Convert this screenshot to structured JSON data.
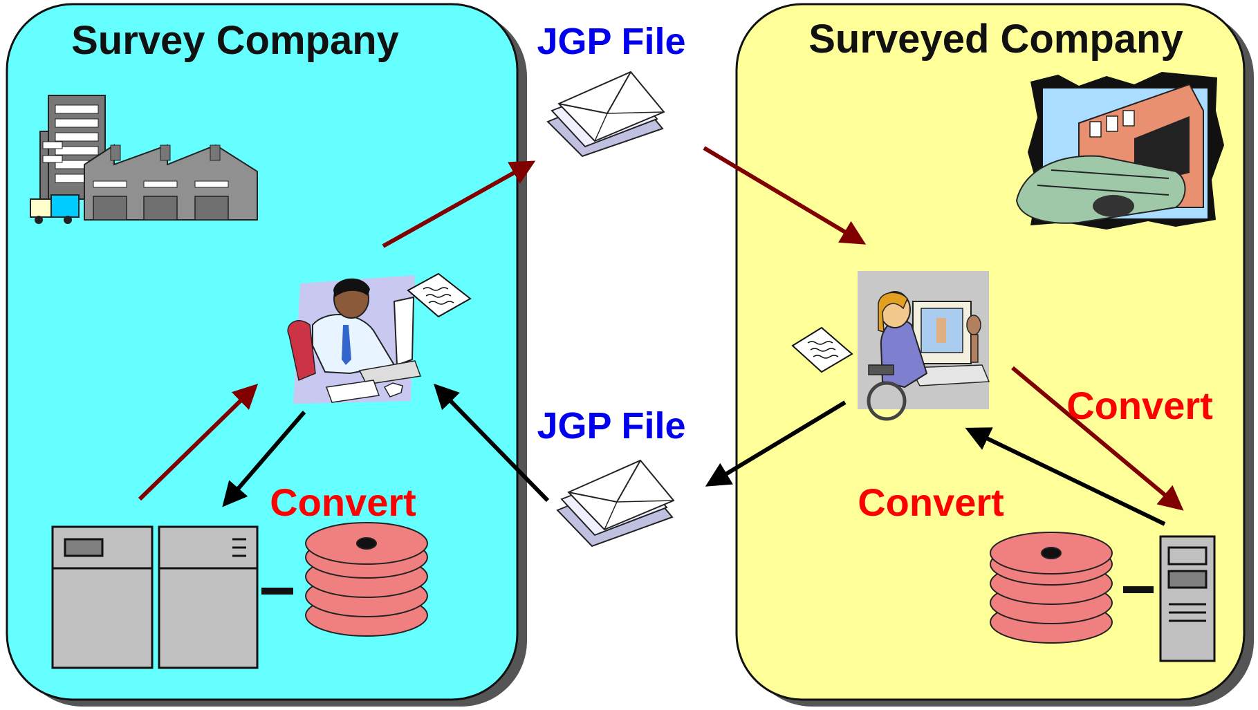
{
  "left_panel": {
    "title": "Survey Company",
    "fill_color": "#66ffff",
    "convert_label": "Convert"
  },
  "right_panel": {
    "title": "Surveyed Company",
    "fill_color": "#ffff99",
    "convert_label_upper": "Convert",
    "convert_label_lower": "Convert"
  },
  "center": {
    "jgp_top_label": "JGP File",
    "jgp_bottom_label": "JGP File"
  },
  "colors": {
    "title_text": "#111111",
    "jgp_text": "#0000ee",
    "convert_text": "#ff0000",
    "arrow_outbound": "#800000",
    "arrow_return": "#000000",
    "disk": "#f08080",
    "hardware_gray": "#c0c0c0"
  },
  "icons": [
    "factory-icon",
    "office-worker-icon",
    "document-icon",
    "mainframe-server-icon",
    "disk-stack-icon",
    "envelope-icon",
    "warehouse-icon",
    "computer-user-icon",
    "tower-pc-icon"
  ]
}
